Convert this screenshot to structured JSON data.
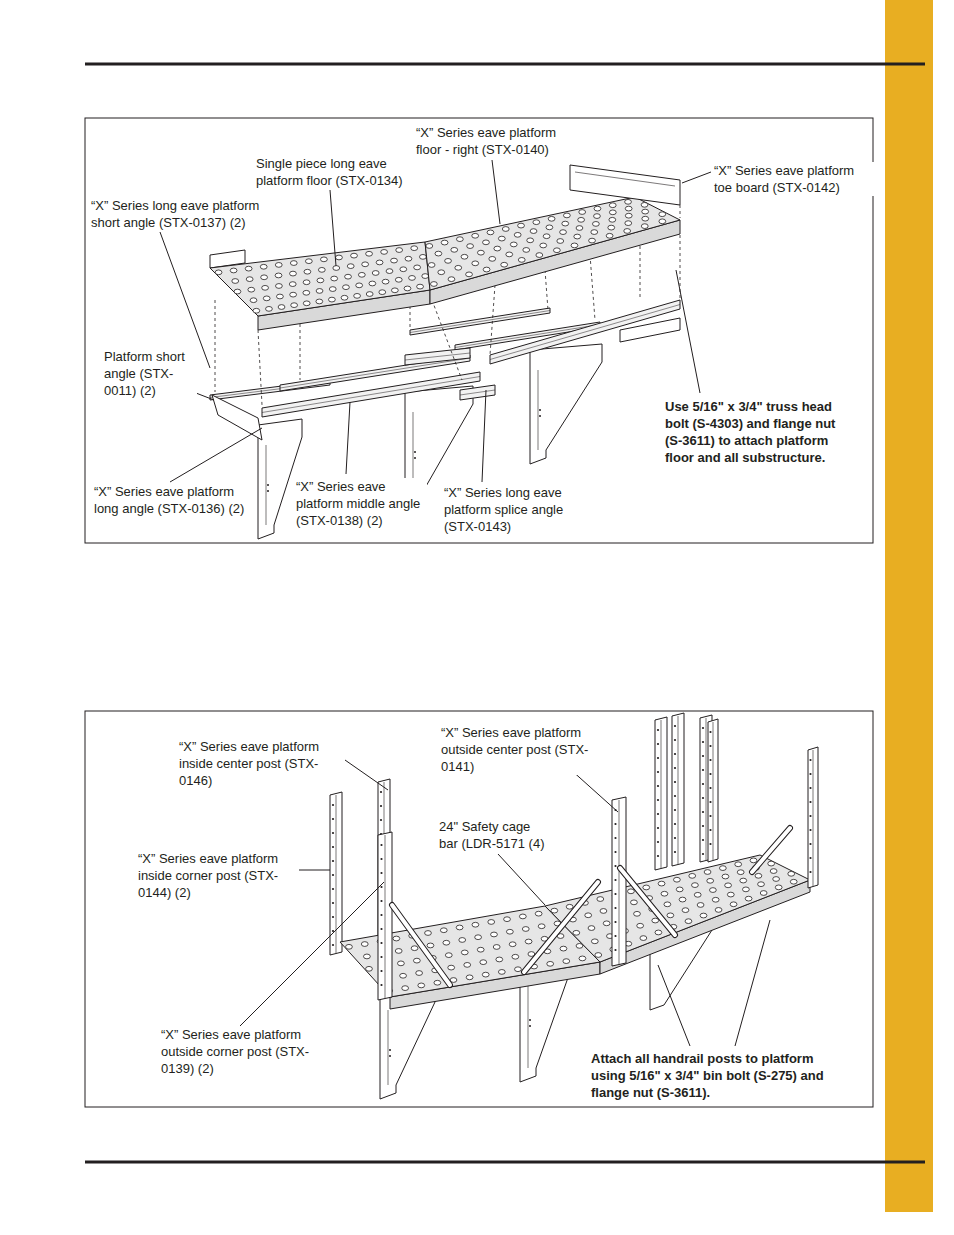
{
  "diagram": {
    "labels": [
      "“X” Series eave platform floor - right (STX-0140)",
      "Single piece long eave platform floor (STX-0134)",
      "“X” Series eave platform toe board (STX-0142)",
      "“X” Series long eave platform short angle (STX-0137) (2)",
      "Platform short angle (STX-0011) (2)",
      "Use 5/16\" x 3/4\" truss head bolt (S-4303) and flange nut (S-3611) to attach platform floor and all substructure.",
      "“X” Series eave platform long angle (STX-0136) (2)",
      "“X” Series eave platform middle angle (STX-0138) (2)",
      "“X” Series long eave platform splice angle (STX-0143)",
      "“X” Series eave platform inside center post (STX-0146)",
      "“X” Series eave platform outside center post (STX-0141)",
      "24\" Safety cage bar (LDR-5171 (4)",
      "“X” Series eave platform inside corner post (STX-0144) (2)",
      "“X” Series eave platform outside corner post (STX-0139) (2)",
      "Attach all handrail posts to platform using 5/16\" x 3/4\" bin bolt (S-275) and flange nut (S-3611)."
    ]
  }
}
